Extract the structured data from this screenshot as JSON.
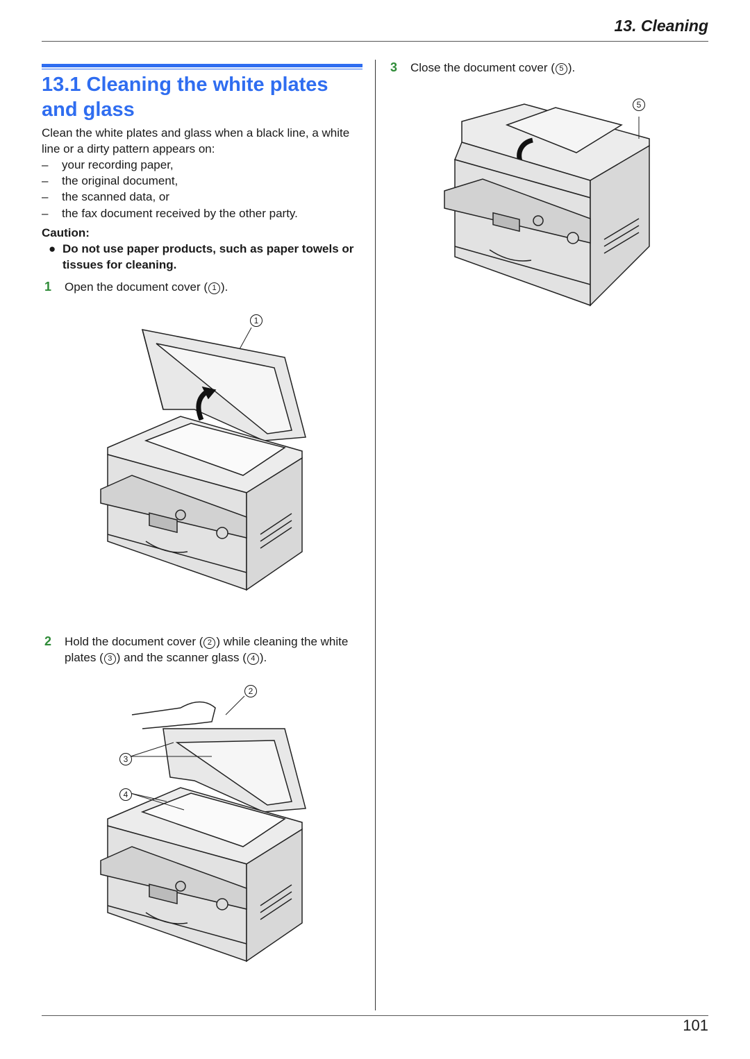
{
  "header": {
    "chapter": "13. Cleaning"
  },
  "footer": {
    "page_number": "101"
  },
  "section": {
    "title": "13.1 Cleaning the white plates and glass",
    "intro": "Clean the white plates and glass when a black line, a white line or a dirty pattern appears on:",
    "dash_char": "–",
    "items": [
      "your recording paper,",
      "the original document,",
      "the scanned data, or",
      "the fax document received by the other party."
    ],
    "caution": {
      "title": "Caution:",
      "bullet": "●",
      "text": "Do not use paper products, such as paper towels or tissues for cleaning."
    }
  },
  "steps": [
    {
      "number": "1",
      "text_a": "Open the document cover (",
      "ref1": "1",
      "text_b": ")."
    },
    {
      "number": "2",
      "text_a": "Hold the document cover (",
      "ref1": "2",
      "text_b": ") while cleaning the white plates (",
      "ref2": "3",
      "text_c": ") and the scanner glass (",
      "ref3": "4",
      "text_d": ")."
    },
    {
      "number": "3",
      "text_a": "Close the document cover (",
      "ref1": "5",
      "text_b": ")."
    }
  ],
  "figures": {
    "fig1_callouts": [
      "1"
    ],
    "fig2_callouts": [
      "2",
      "3",
      "4"
    ],
    "fig3_callouts": [
      "5"
    ]
  }
}
